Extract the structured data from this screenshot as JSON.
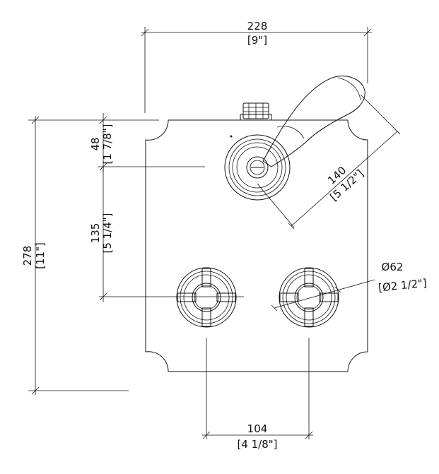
{
  "dimensions": {
    "width": {
      "mm": "228",
      "inch": "[9\"]"
    },
    "height": {
      "mm": "278",
      "inch": "[11\"]"
    },
    "top_offset": {
      "mm": "48",
      "inch": "[1 7/8\"]"
    },
    "valve_spacing_vertical": {
      "mm": "135",
      "inch": "[5 1/4\"]"
    },
    "lever_length": {
      "mm": "140",
      "inch": "[5 1/2\"]"
    },
    "knob_diameter": {
      "mm": "Ø62",
      "inch": "[Ø2 1/2\"]"
    },
    "valve_spacing_horizontal": {
      "mm": "104",
      "inch": "[4 1/8\"]"
    }
  }
}
